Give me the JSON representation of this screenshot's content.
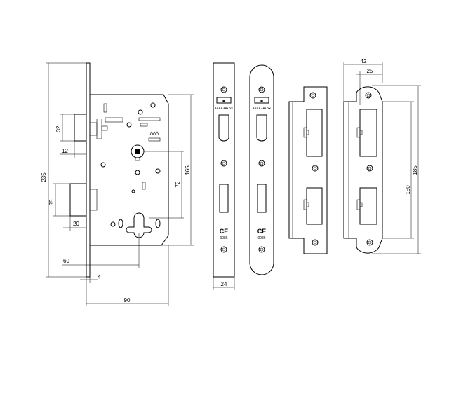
{
  "dimensions": {
    "height_total": "235",
    "latch": "32",
    "backset_latch": "12",
    "center_165": "165",
    "center_72": "72",
    "deadbolt": "35",
    "backset_bolt": "20",
    "backset_60": "60",
    "face_thickness": "4",
    "body_depth": "90",
    "faceplate_width": "24",
    "strike_width": "42",
    "strike_inner": "25",
    "strike_150": "150",
    "strike_185": "185"
  },
  "brand_label": "ASSA ABLOY",
  "ce_mark": "CE",
  "cert_number": "0086"
}
